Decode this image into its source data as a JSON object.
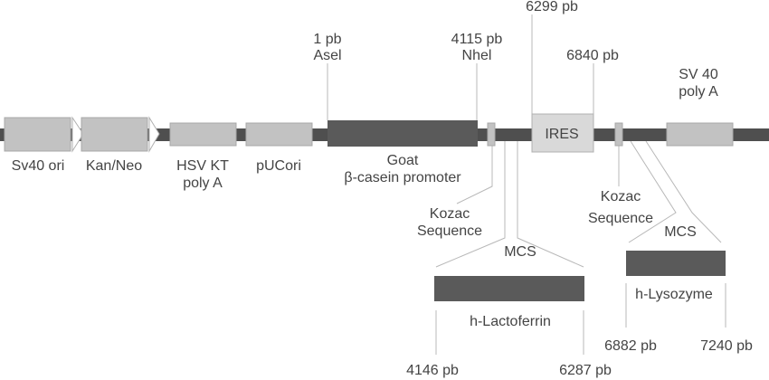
{
  "colors": {
    "backbone": "#4f4f4f",
    "light_element": "#c2c2c2",
    "dark_element": "#5a5a5a",
    "ires": "#d9d9d9",
    "leader_line": "#b8b8b8",
    "text": "#444444"
  },
  "elements": {
    "sv40_ori": "Sv40 ori",
    "kan_neo": "Kan/Neo",
    "hsv_kt_1": "HSV KT",
    "hsv_kt_2": "poly A",
    "pucori": "pUCori",
    "promoter_1": "Goat",
    "promoter_2": "β-casein promoter",
    "ires": "IRES",
    "sv40_polya_1": "SV 40",
    "sv40_polya_2": "poly A",
    "kozac1_1": "Kozac",
    "kozac1_2": "Sequence",
    "kozac2_1": "Kozac",
    "kozac2_2": "Sequence",
    "mcs1": "MCS",
    "mcs2": "MCS",
    "lactoferrin": "h-Lactoferrin",
    "lysozyme": "h-Lysozyme"
  },
  "positions": {
    "p1": "1 pb",
    "p1_site": "Asel",
    "p4115": "4115 pb",
    "p4115_site": "Nhel",
    "p6299": "6299 pb",
    "p6840": "6840 pb",
    "p4146": "4146 pb",
    "p6287": "6287 pb",
    "p6882": "6882 pb",
    "p7240": "7240 pb"
  }
}
